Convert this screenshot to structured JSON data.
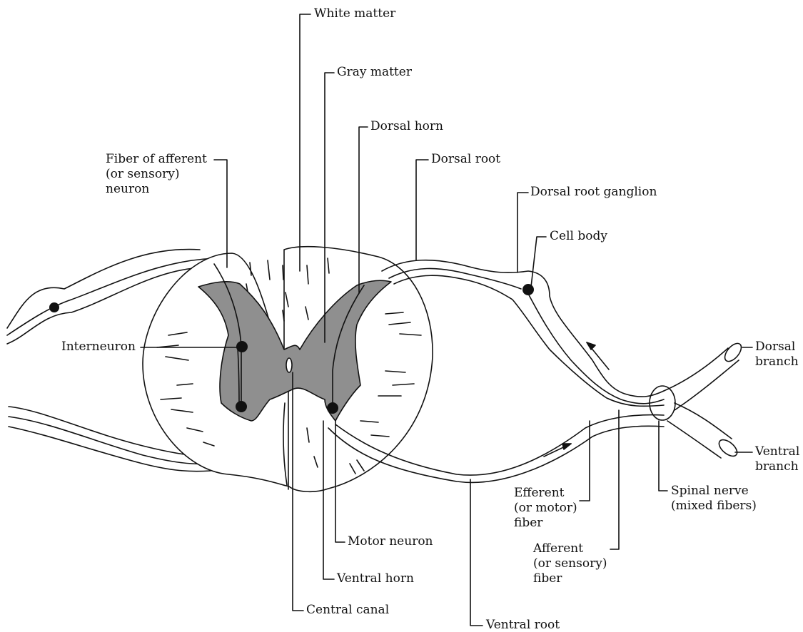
{
  "diagram": {
    "labels": {
      "white_matter": "White matter",
      "gray_matter": "Gray matter",
      "dorsal_horn": "Dorsal horn",
      "dorsal_root": "Dorsal root",
      "fiber_afferent": "Fiber of afferent\n(or sensory)\nneuron",
      "dorsal_root_ganglion": "Dorsal root ganglion",
      "cell_body": "Cell body",
      "interneuron": "Interneuron",
      "dorsal_branch": "Dorsal\nbranch",
      "ventral_branch": "Ventral\nbranch",
      "efferent_fiber": "Efferent\n(or motor)\nfiber",
      "spinal_nerve": "Spinal nerve\n(mixed fibers)",
      "motor_neuron": "Motor neuron",
      "afferent_fiber": "Afferent\n(or sensory)\nfiber",
      "ventral_horn": "Ventral horn",
      "central_canal": "Central canal",
      "ventral_root": "Ventral root"
    },
    "colors": {
      "line": "#111111",
      "gray_matter_fill": "#8f8f8f",
      "background": "#ffffff"
    }
  }
}
